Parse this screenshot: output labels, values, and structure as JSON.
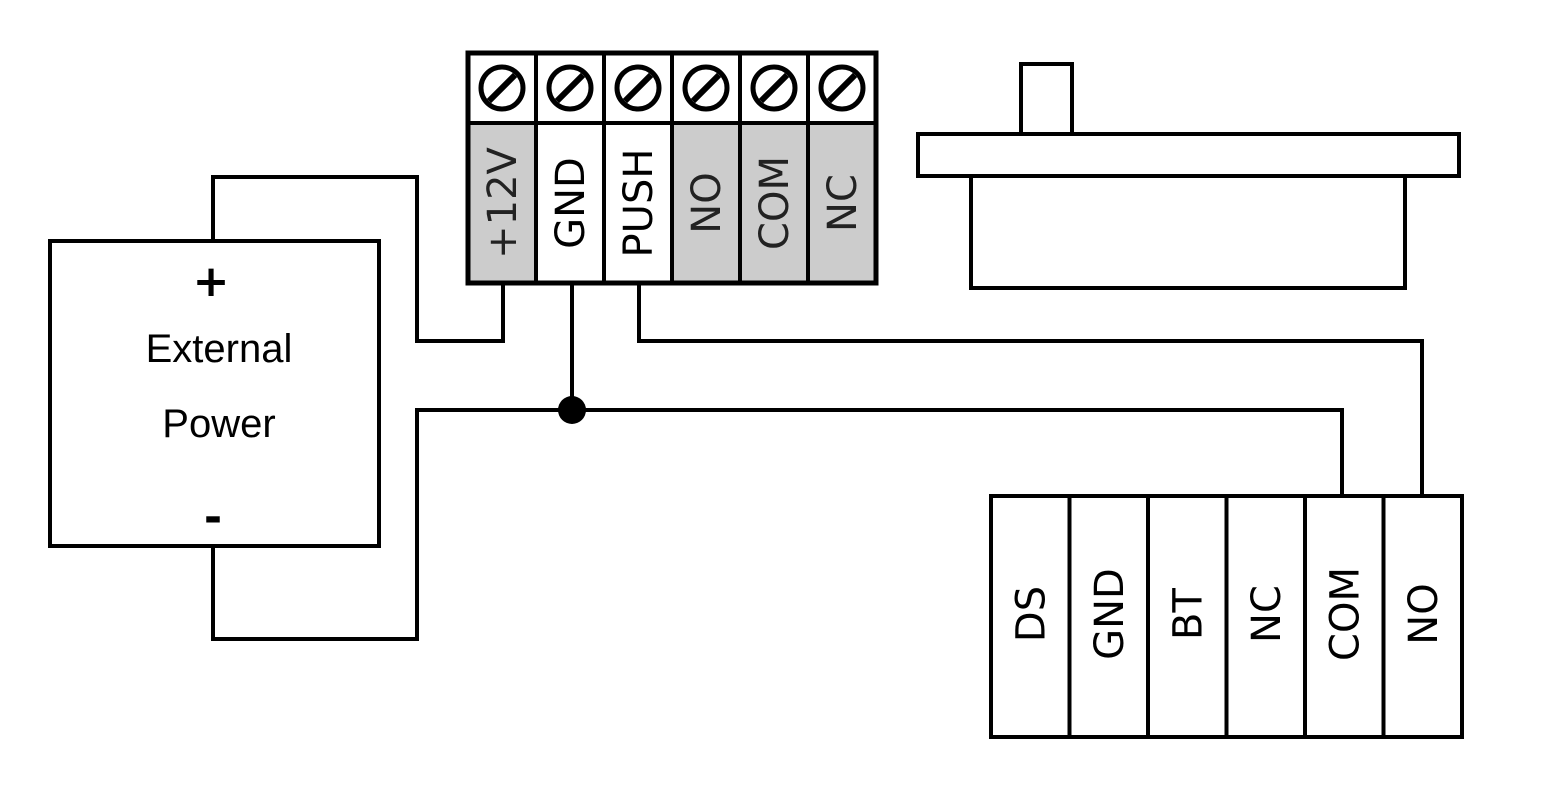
{
  "power_supply": {
    "label_line1": "External",
    "label_line2": "Power",
    "plus_sign": "+",
    "minus_sign": "-"
  },
  "terminal_block": {
    "terminals": [
      {
        "label": "+12V",
        "fill": "#cccccc"
      },
      {
        "label": "GND",
        "fill": "#000000"
      },
      {
        "label": "PUSH",
        "fill": "#000000"
      },
      {
        "label": "NO",
        "fill": "#cccccc"
      },
      {
        "label": "COM",
        "fill": "#cccccc"
      },
      {
        "label": "NC",
        "fill": "#cccccc"
      }
    ],
    "colors": {
      "shaded_cell": "#cccccc",
      "white_cell": "#ffffff",
      "frame": "#000000"
    }
  },
  "exit_button_block": {
    "terminals": [
      "DS",
      "GND",
      "BT",
      "NC",
      "COM",
      "NO"
    ]
  }
}
